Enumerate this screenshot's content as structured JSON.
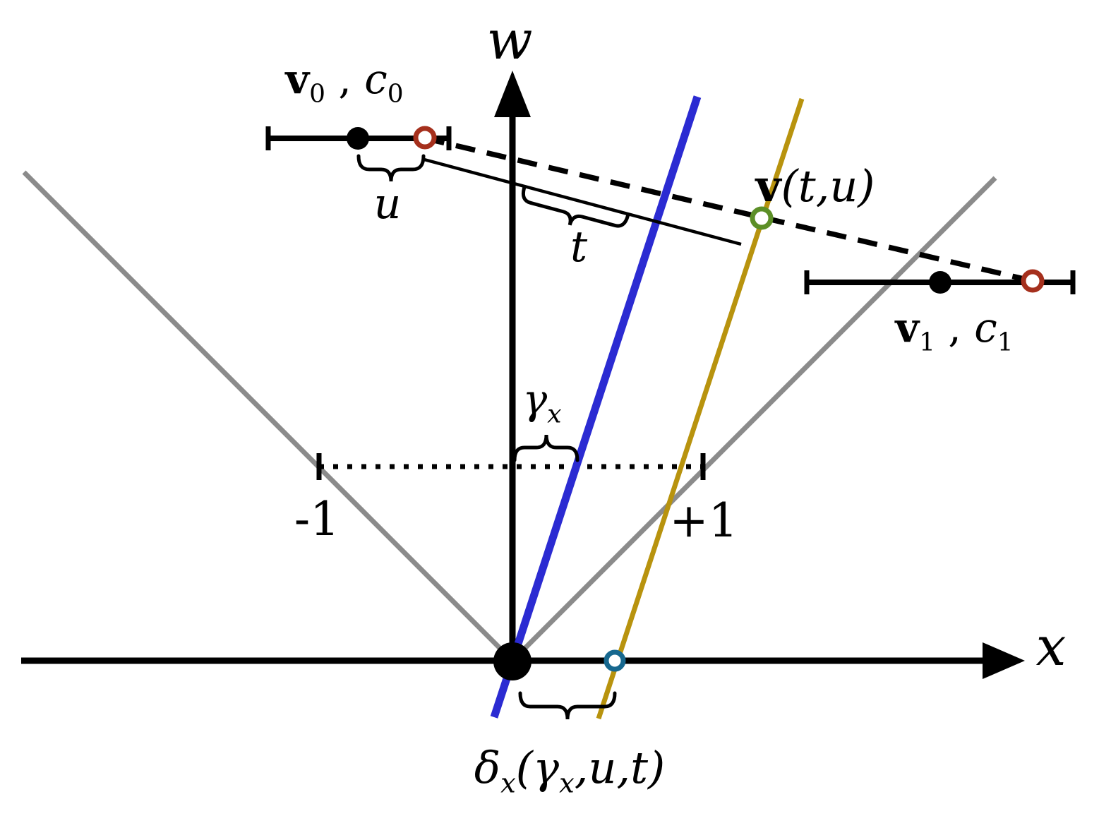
{
  "diagram": {
    "axis_labels": {
      "vertical": "w",
      "horizontal": "x"
    },
    "tick_labels": {
      "minus_one": "-1",
      "plus_one": "+1"
    },
    "labels": {
      "sep": " , ",
      "v0": {
        "main": "v",
        "sub": "0"
      },
      "c0": {
        "main": "c",
        "sub": "0"
      },
      "v1": {
        "main": "v",
        "sub": "1"
      },
      "c1": {
        "main": "c",
        "sub": "1"
      },
      "vtu": {
        "main": "v",
        "args": "(t,u)"
      },
      "u": "u",
      "t": "t",
      "gamma_x": {
        "main": "γ",
        "sub": "x"
      },
      "delta_x": {
        "main": "δ",
        "sub": "x",
        "open": "(",
        "gamma": "γ",
        "gamma_sub": "x",
        "rest": ",u,t)"
      }
    },
    "colors": {
      "black": "#000000",
      "cone_gray": "#8b8b8b",
      "blue_line": "#2b2bd2",
      "olive_line": "#b8930e",
      "red_marker": "#a5301d",
      "green_marker": "#5c8f27",
      "teal_marker": "#17688f"
    }
  }
}
